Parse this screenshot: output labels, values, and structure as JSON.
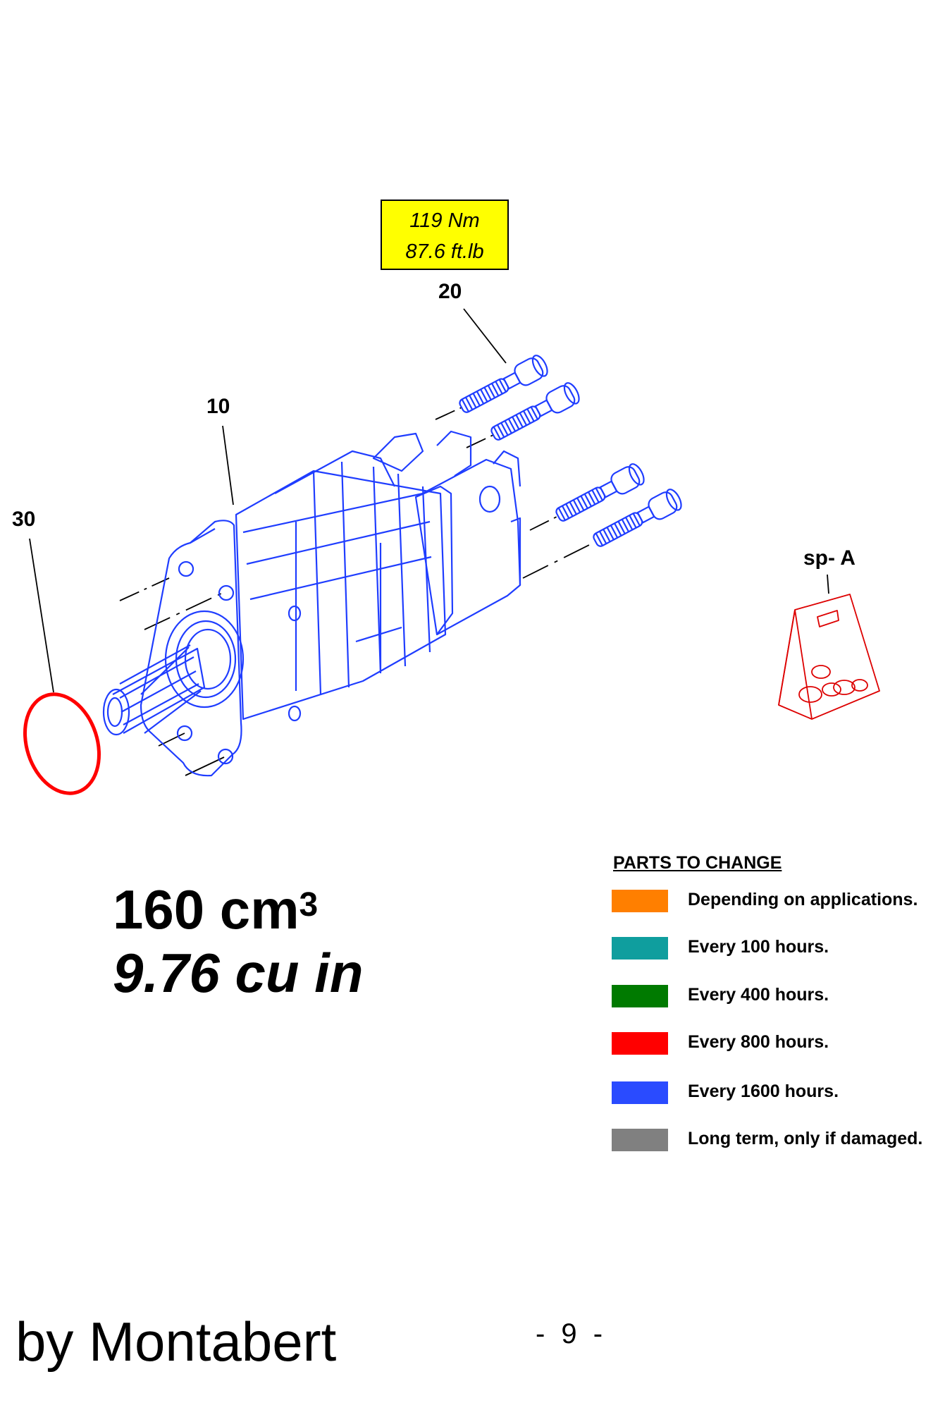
{
  "torque": {
    "line1": "119 Nm",
    "line2": "87.6 ft.lb"
  },
  "callouts": {
    "c20": "20",
    "c10": "10",
    "c30": "30",
    "spa": "sp- A"
  },
  "displacement": {
    "metric_value": "160 cm",
    "metric_exponent": "3",
    "imperial": "9.76 cu in"
  },
  "legend": {
    "title": "PARTS TO CHANGE",
    "items": [
      {
        "label": "Depending on applications.",
        "color": "#ff7f00"
      },
      {
        "label": "Every 100 hours.",
        "color": "#0f9e9e"
      },
      {
        "label": "Every 400 hours.",
        "color": "#007a00"
      },
      {
        "label": "Every 800 hours.",
        "color": "#ff0000"
      },
      {
        "label": "Every 1600 hours.",
        "color": "#2a4bff"
      },
      {
        "label": "Long term, only if damaged.",
        "color": "#808080"
      }
    ]
  },
  "footer": {
    "brand": "by Montabert",
    "page": "- 9 -"
  },
  "colors": {
    "motor": "#1f3dff",
    "seal": "#ff0000",
    "kit": "#dd0000",
    "torque_box": "#ffff00"
  },
  "icons": {
    "motor": "hydraulic-motor-drawing",
    "bolt": "cap-screw",
    "seal": "o-ring",
    "kit": "seal-kit-bag"
  }
}
